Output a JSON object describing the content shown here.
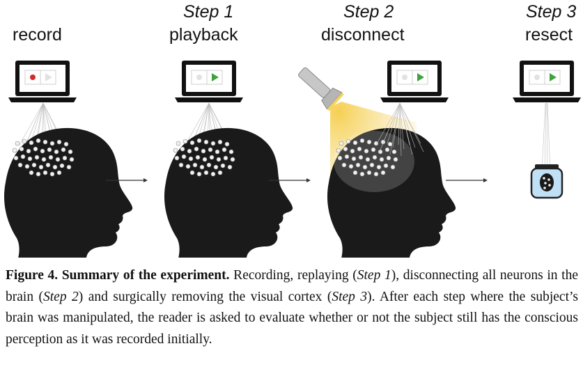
{
  "panels": [
    {
      "step": "",
      "label": "record",
      "state": "recording"
    },
    {
      "step": "Step 1",
      "label": "playback",
      "state": "playing"
    },
    {
      "step": "Step 2",
      "label": "disconnect",
      "state": "playing"
    },
    {
      "step": "Step 3",
      "label": "resect",
      "state": "playing"
    }
  ],
  "colors": {
    "record_dot": "#d32b2b",
    "play_triangle": "#3ea33e",
    "head": "#1a1a1a",
    "flashlight_beam": "#f7d56b",
    "jar_fluid": "#bfe0f5"
  },
  "caption": {
    "title": "Figure 4. Summary of the experiment.",
    "t1": " Recording, replaying (",
    "s1": "Step 1",
    "t2": "), disconnecting all neurons in the brain (",
    "s2": "Step 2",
    "t3": ") and surgically removing the visual cortex (",
    "s3": "Step 3",
    "t4": "). After each step where the subject’s brain was manipulated, the reader is asked to evaluate whether or not the subject still has the conscious perception as it was recorded initially."
  }
}
